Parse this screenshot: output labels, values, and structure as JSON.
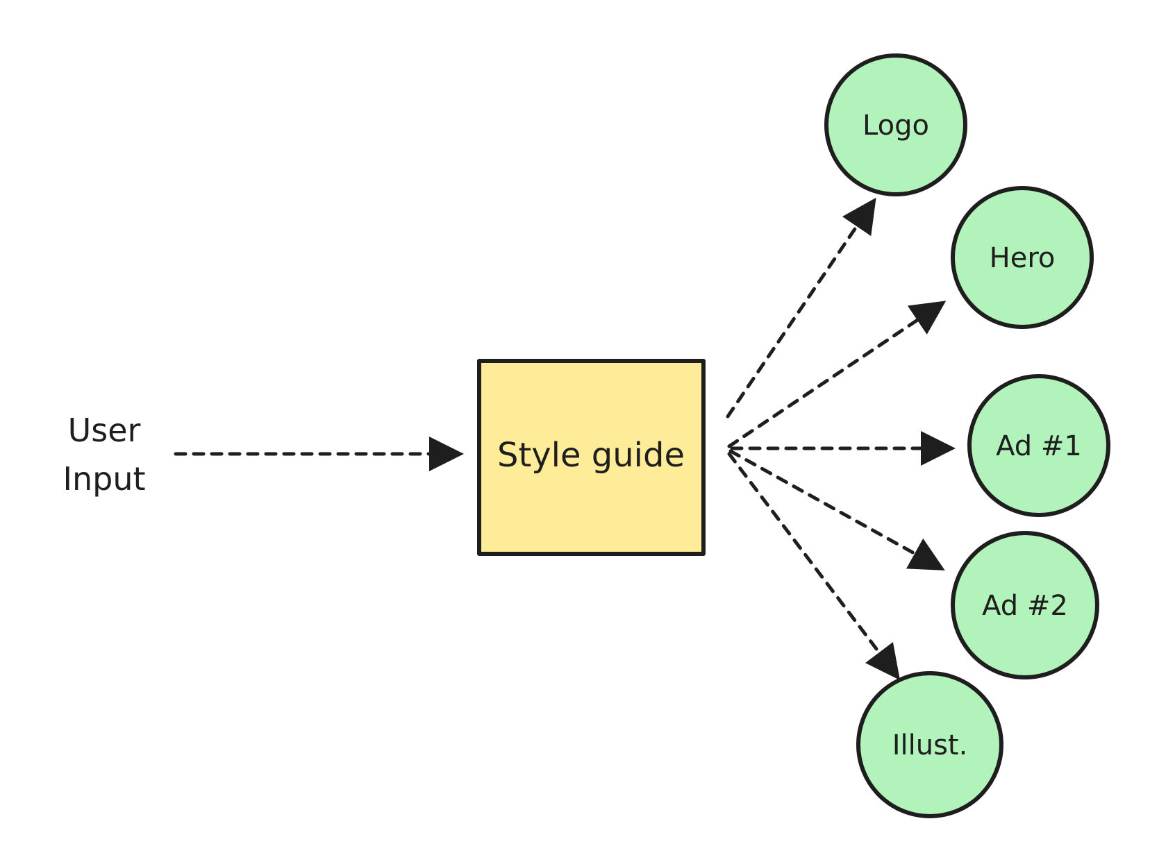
{
  "colors": {
    "background": "#ffffff",
    "stroke": "#1e1e1e",
    "hub_fill": "#ffec99",
    "output_fill": "#b2f2bb"
  },
  "input": {
    "line1": "User",
    "line2": "Input"
  },
  "hub": {
    "label": "Style guide"
  },
  "outputs": [
    {
      "id": "logo",
      "label": "Logo"
    },
    {
      "id": "hero",
      "label": "Hero"
    },
    {
      "id": "ad1",
      "label": "Ad #1"
    },
    {
      "id": "ad2",
      "label": "Ad #2"
    },
    {
      "id": "illust",
      "label": "Illust."
    }
  ],
  "edges": [
    {
      "from": "input",
      "to": "hub",
      "style": "dashed-arrow"
    },
    {
      "from": "hub",
      "to": "logo",
      "style": "dashed-arrow"
    },
    {
      "from": "hub",
      "to": "hero",
      "style": "dashed-arrow"
    },
    {
      "from": "hub",
      "to": "ad1",
      "style": "dashed-arrow"
    },
    {
      "from": "hub",
      "to": "ad2",
      "style": "dashed-arrow"
    },
    {
      "from": "hub",
      "to": "illust",
      "style": "dashed-arrow"
    }
  ]
}
